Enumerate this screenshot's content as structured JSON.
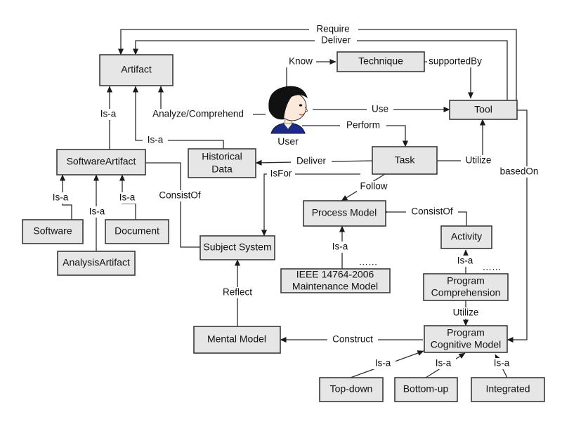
{
  "nodes": {
    "artifact": "Artifact",
    "technique": "Technique",
    "tool": "Tool",
    "software_artifact": "SoftwareArtifact",
    "historical_data": [
      "Historical",
      "Data"
    ],
    "task": "Task",
    "process_model": "Process Model",
    "activity": "Activity",
    "software": "Software",
    "document": "Document",
    "analysis_artifact": "AnalysisArtifact",
    "subject_system": "Subject System",
    "ieee_model": [
      "IEEE 14764-2006",
      "Maintenance Model"
    ],
    "program_comprehension": [
      "Program",
      "Comprehension"
    ],
    "mental_model": "Mental Model",
    "program_cognitive_model": [
      "Program",
      "Cognitive Model"
    ],
    "top_down": "Top-down",
    "bottom_up": "Bottom-up",
    "integrated": "Integrated"
  },
  "user": {
    "label": "User"
  },
  "edges": {
    "require": "Require",
    "deliver_top": "Deliver",
    "know": "Know",
    "supported_by": "supportedBy",
    "analyze": "Analyze/Comprehend",
    "use": "Use",
    "perform": "Perform",
    "isa_sa": "Is-a",
    "isa_hd": "Is-a",
    "deliver_task": "Deliver",
    "utilize_task": "Utilize",
    "based_on": "basedOn",
    "is_for": "IsFor",
    "follow": "Follow",
    "consist_of_sa": "ConsistOf",
    "consist_of_pm": "ConsistOf",
    "isa_software": "Is-a",
    "isa_analysis": "Is-a",
    "isa_document": "Is-a",
    "isa_ieee": "Is-a",
    "isa_pc": "Is-a",
    "ellipsis_ieee": "……",
    "ellipsis_pc": "……",
    "reflect": "Reflect",
    "utilize_pc": "Utilize",
    "construct": "Construct",
    "isa_topdown": "Is-a",
    "isa_bottomup": "Is-a",
    "isa_integrated": "Is-a"
  }
}
